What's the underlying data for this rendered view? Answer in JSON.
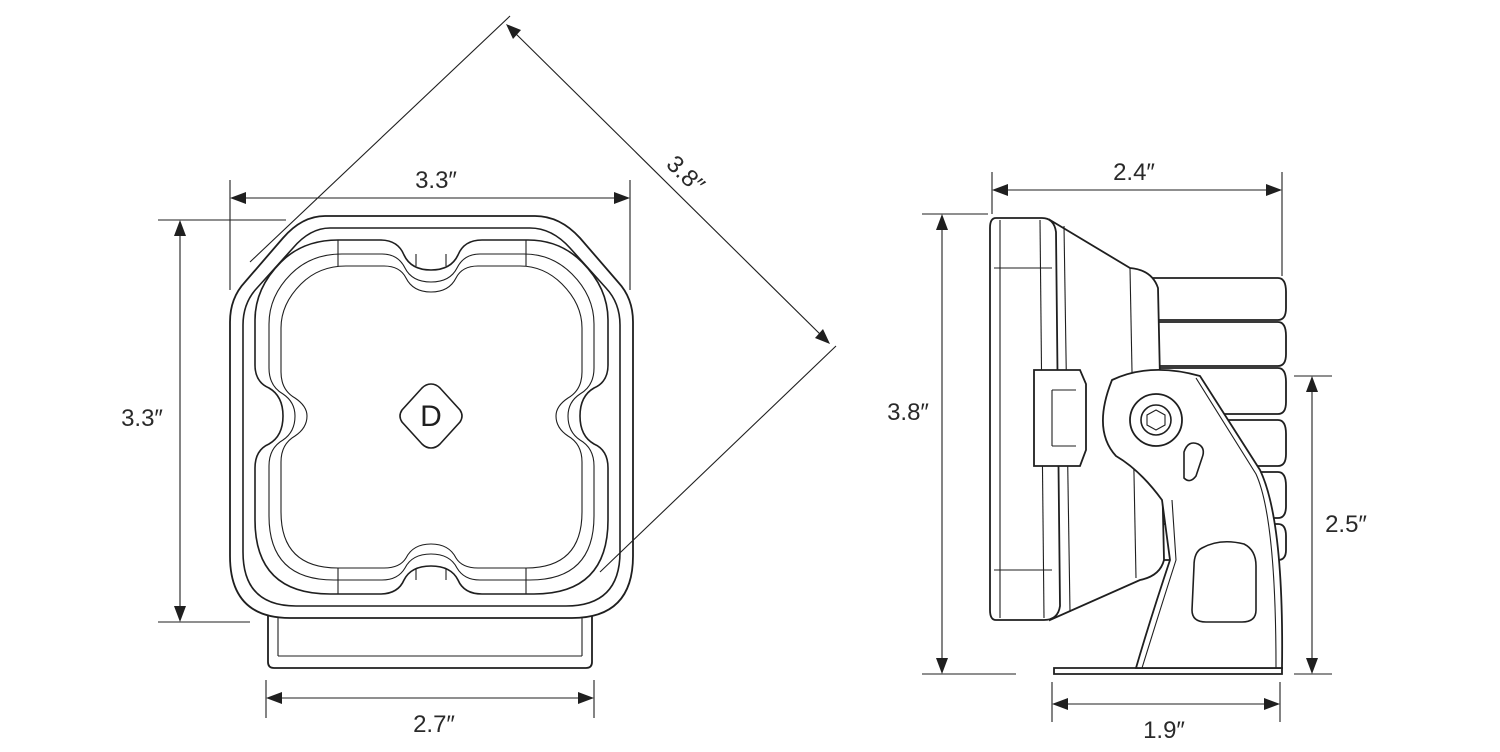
{
  "dimensions": {
    "front_width": "3.3″",
    "front_height": "3.3″",
    "front_diagonal": "3.8″",
    "front_base_width": "2.7″",
    "side_depth": "2.4″",
    "side_height": "3.8″",
    "side_bracket_height": "2.5″",
    "side_base_depth": "1.9″"
  },
  "logo": {
    "letter": "D"
  },
  "colors": {
    "line": "#1f1f1f",
    "text": "#2a2a2a",
    "background": "#ffffff"
  }
}
